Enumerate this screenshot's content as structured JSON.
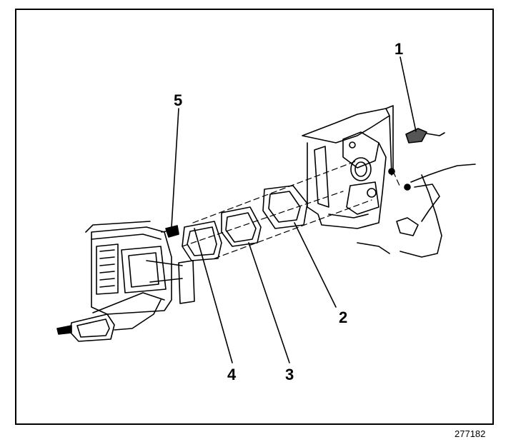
{
  "callouts": {
    "c1": "1",
    "c2": "2",
    "c3": "3",
    "c4": "4",
    "c5": "5"
  },
  "figure_number": "277182"
}
